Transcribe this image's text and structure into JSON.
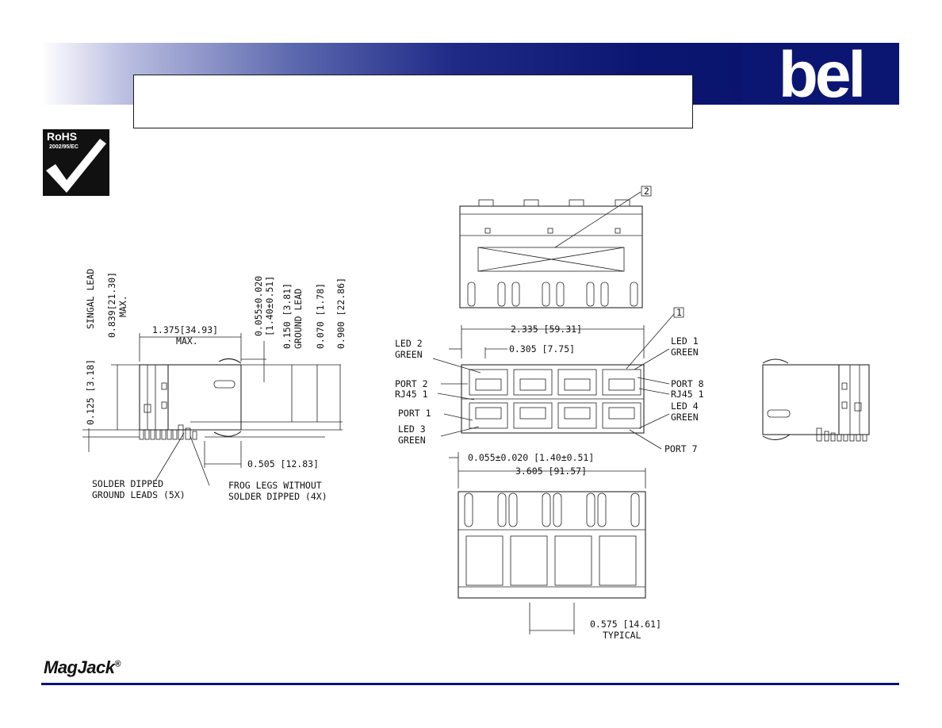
{
  "brand": {
    "logo_text": "bel",
    "product_logo": "MagJack",
    "registered_mark": "®",
    "rohs_title": "RoHS",
    "rohs_code": "2002/95/EC"
  },
  "colors": {
    "header_dark": "#0b1672",
    "header_light": "#ffffff",
    "line": "#111111"
  },
  "side_view": {
    "dims": {
      "d1": "0.125 [3.18]",
      "d2": "0.839[21.30]",
      "d2_note": "MAX.",
      "d2_lead": "SINGAL LEAD",
      "d3": "1.375[34.93]",
      "d3_note": "MAX.",
      "d4": "0.055±0.020",
      "d4_metric": "[1.40±0.51]",
      "d5": "0.150 [3.81]",
      "d5_lead": "GROUND LEAD",
      "d6": "0.070 [1.78]",
      "d7": "0.900 [22.86]",
      "d8": "0.505  [12.83]"
    },
    "notes": {
      "solder_1": "SOLDER DIPPED",
      "solder_2": "GROUND LEADS (5X)",
      "frog_1": "FROG LEGS WITHOUT",
      "frog_2": "SOLDER DIPPED (4X)"
    }
  },
  "front_view": {
    "ref_2": "2",
    "ref_1": "1",
    "width_dim": "2.335 [59.31]",
    "pitch_dim": "0.305  [7.75]",
    "labels": {
      "led2_a": "LED 2",
      "led2_b": "GREEN",
      "led1_a": "LED 1",
      "led1_b": "GREEN",
      "port2": "PORT 2",
      "rj45_left": "RJ45 1",
      "port8": "PORT 8",
      "rj45_right": "RJ45 1",
      "port1": "PORT 1",
      "led4_a": "LED 4",
      "led4_b": "GREEN",
      "led3_a": "LED 3",
      "led3_b": "GREEN",
      "port7": "PORT 7"
    }
  },
  "bottom_view": {
    "offset_dim": "0.055±0.020 [1.40±0.51]",
    "overall_dim": "3.605  [91.57]",
    "typ_dim": "0.575  [14.61]",
    "typ_note": "TYPICAL"
  }
}
